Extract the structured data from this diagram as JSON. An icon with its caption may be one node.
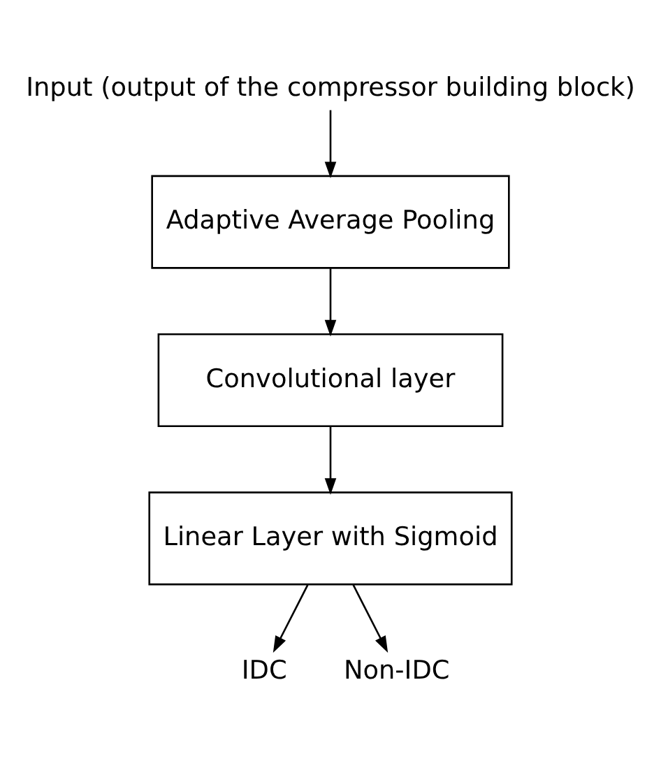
{
  "diagram": {
    "nodes": [
      {
        "text": [
          "Input (output of the compressor building block)"
        ]
      },
      {
        "text": [
          "Adaptive Average Pooling"
        ]
      },
      {
        "text": [
          "Convolutional layer"
        ]
      },
      {
        "text": [
          "Linear Layer with Sigmoid"
        ]
      },
      {
        "text": [
          "IDC"
        ]
      },
      {
        "text": [
          "Non-IDC"
        ]
      }
    ],
    "edges": [
      {
        "from": 0,
        "to": 1,
        "arrow": "to"
      },
      {
        "from": 1,
        "to": 2,
        "arrow": "to"
      },
      {
        "from": 2,
        "to": 3,
        "arrow": "to"
      },
      {
        "from": 3,
        "to": 4,
        "arrow": "to"
      },
      {
        "from": 3,
        "to": 5,
        "arrow": "to"
      }
    ]
  }
}
